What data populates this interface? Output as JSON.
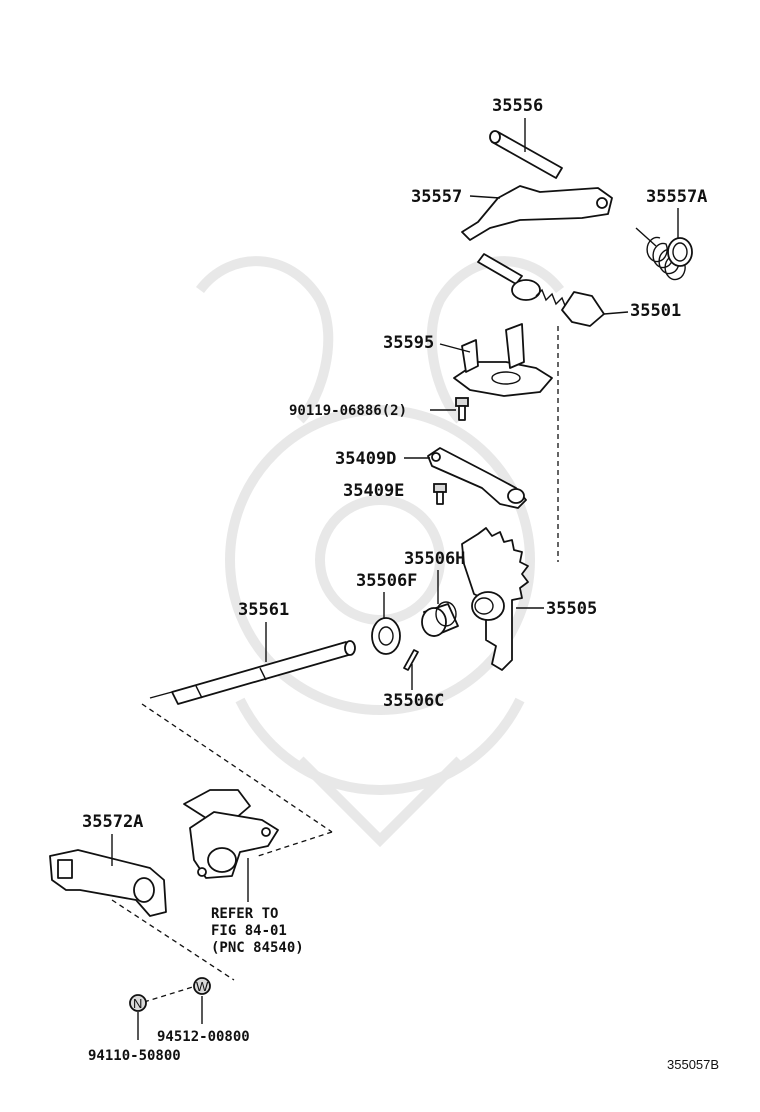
{
  "parts": [
    {
      "id": "p35556",
      "label": "35556"
    },
    {
      "id": "p35557",
      "label": "35557"
    },
    {
      "id": "p35557a",
      "label": "35557A"
    },
    {
      "id": "p35501",
      "label": "35501"
    },
    {
      "id": "p35595",
      "label": "35595"
    },
    {
      "id": "p90119",
      "label": "90119-06886(2)"
    },
    {
      "id": "p35409d",
      "label": "35409D"
    },
    {
      "id": "p35409e",
      "label": "35409E"
    },
    {
      "id": "p35506h",
      "label": "35506H"
    },
    {
      "id": "p35506f",
      "label": "35506F"
    },
    {
      "id": "p35505",
      "label": "35505"
    },
    {
      "id": "p35561",
      "label": "35561"
    },
    {
      "id": "p35506c",
      "label": "35506C"
    },
    {
      "id": "p35572a",
      "label": "35572A"
    },
    {
      "id": "p94512",
      "label": "94512-00800"
    },
    {
      "id": "p94110",
      "label": "94110-50800"
    }
  ],
  "refer_note": [
    "REFER TO",
    "FIG 84-01",
    "(PNC 84540)"
  ],
  "marker_n": "N",
  "marker_w": "W",
  "figure_code": "355057B"
}
